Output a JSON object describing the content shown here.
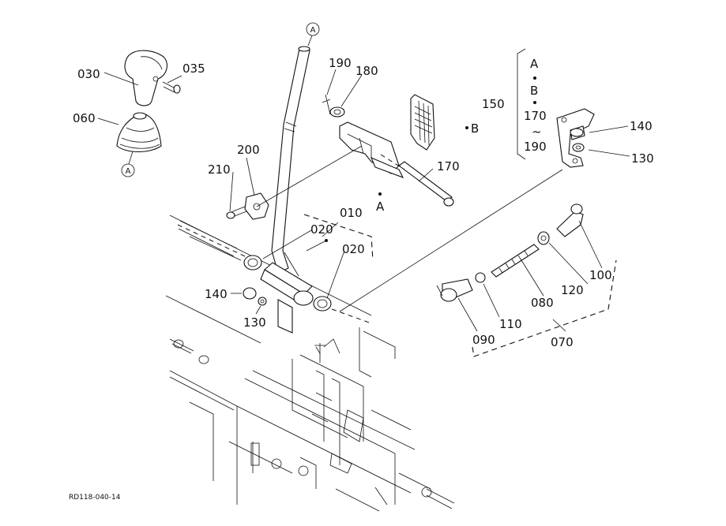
{
  "diagram": {
    "labels": {
      "p030": "030",
      "p035": "035",
      "p060": "060",
      "p190": "190",
      "p180": "180",
      "p200": "200",
      "p210": "210",
      "p170": "170",
      "p010": "010",
      "p020a": "020",
      "p020b": "020",
      "p140a": "140",
      "p130a": "130",
      "p150": "150",
      "p140b": "140",
      "p130b": "130",
      "p100": "100",
      "p120": "120",
      "p080": "080",
      "p110": "110",
      "p090": "090",
      "p070": "070"
    },
    "refs": {
      "a_top": "A",
      "a_boot": "A",
      "a_bracket": "A",
      "b_point": "B",
      "bracket_a": "A",
      "bracket_b": "B",
      "bracket_170": "170",
      "bracket_tilde": "~",
      "bracket_190": "190"
    },
    "footer_code": "RD118-040-14"
  }
}
